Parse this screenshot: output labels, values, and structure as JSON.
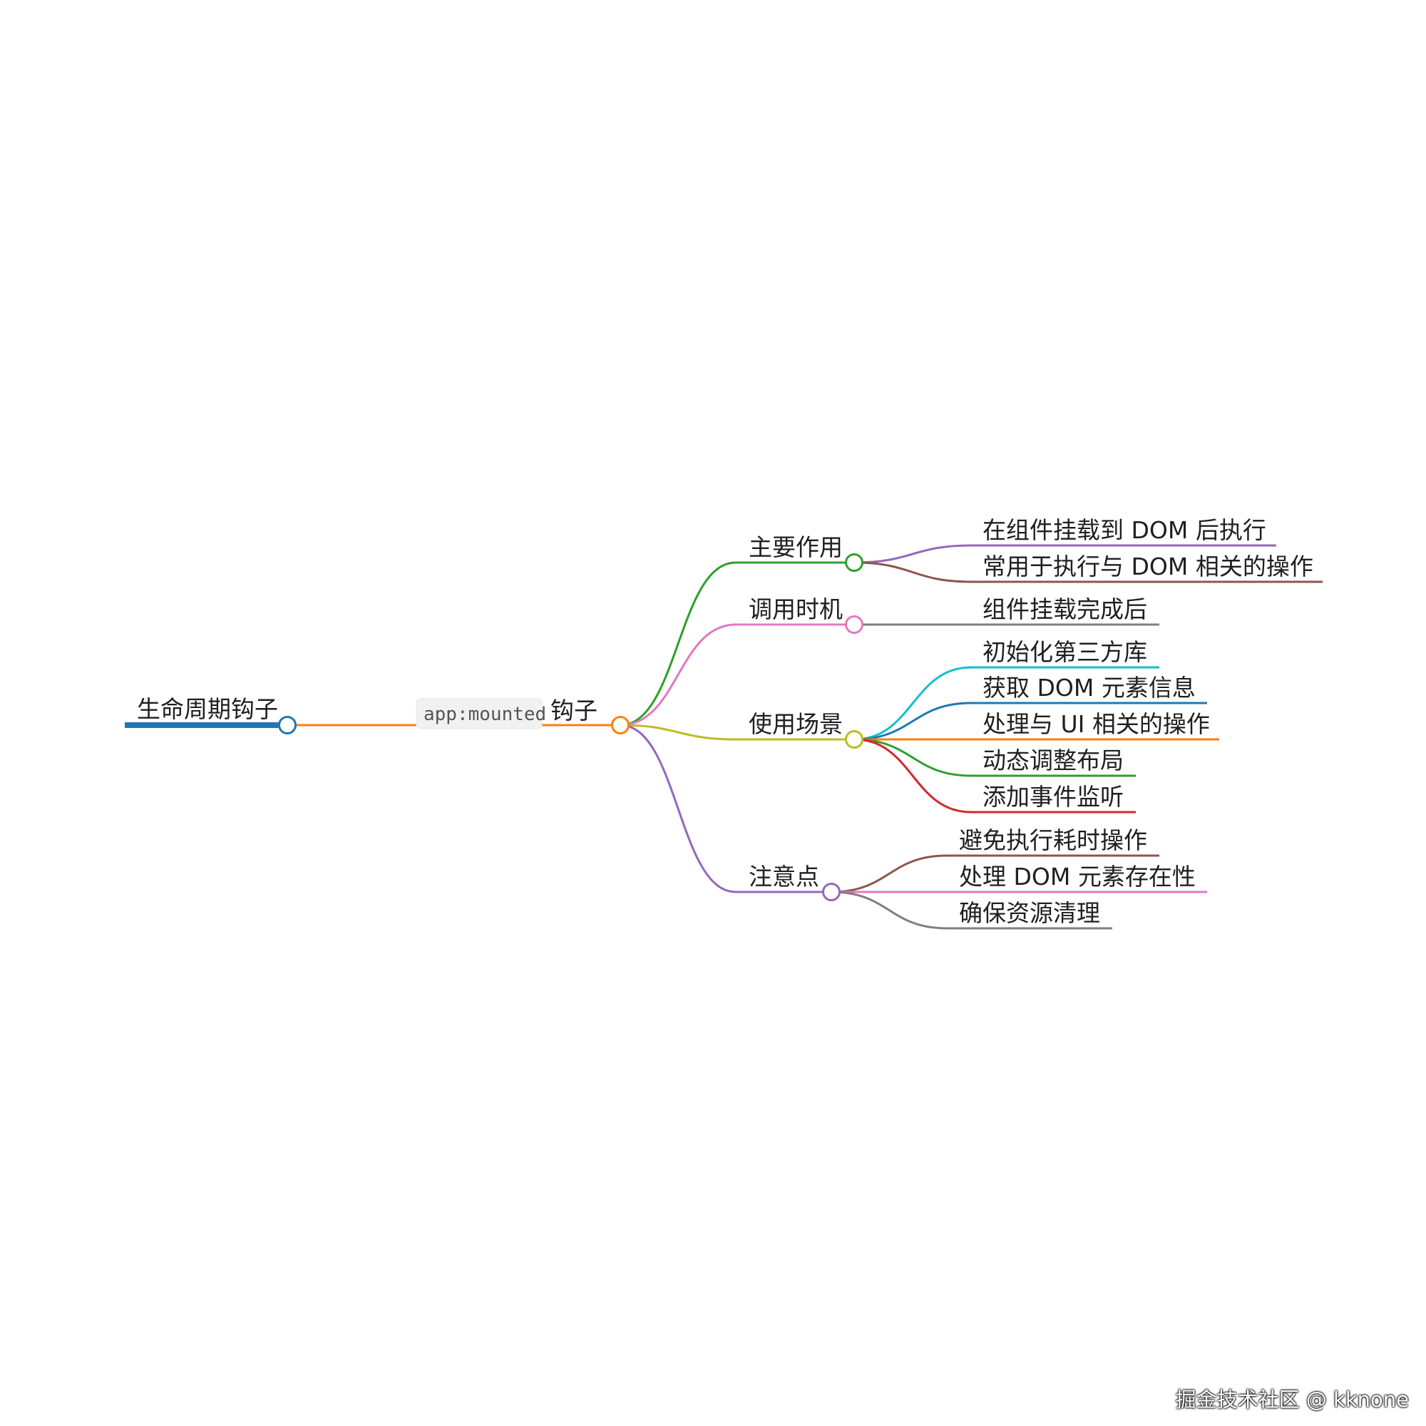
{
  "root": {
    "label": "生命周期钩子",
    "color": "#1f77b4"
  },
  "hook": {
    "code": "app:mounted",
    "suffix": "钩子",
    "color": "#ff7f0e"
  },
  "branches": [
    {
      "label": "主要作用",
      "color": "#2ca02c",
      "children": [
        {
          "label": "在组件挂载到 DOM 后执行",
          "color": "#9467bd"
        },
        {
          "label": "常用于执行与 DOM 相关的操作",
          "color": "#8c564b"
        }
      ]
    },
    {
      "label": "调用时机",
      "color": "#e377c2",
      "children": [
        {
          "label": "组件挂载完成后",
          "color": "#7f7f7f"
        }
      ]
    },
    {
      "label": "使用场景",
      "color": "#bcbd22",
      "children": [
        {
          "label": "初始化第三方库",
          "color": "#17becf"
        },
        {
          "label": "获取 DOM 元素信息",
          "color": "#1f77b4"
        },
        {
          "label": "处理与 UI 相关的操作",
          "color": "#ff7f0e"
        },
        {
          "label": "动态调整布局",
          "color": "#2ca02c"
        },
        {
          "label": "添加事件监听",
          "color": "#d62728"
        }
      ]
    },
    {
      "label": "注意点",
      "color": "#9467bd",
      "children": [
        {
          "label": "避免执行耗时操作",
          "color": "#8c564b"
        },
        {
          "label": "处理 DOM 元素存在性",
          "color": "#e377c2"
        },
        {
          "label": "确保资源清理",
          "color": "#7f7f7f"
        }
      ]
    }
  ],
  "watermark": "掘金技术社区 @ kknone"
}
